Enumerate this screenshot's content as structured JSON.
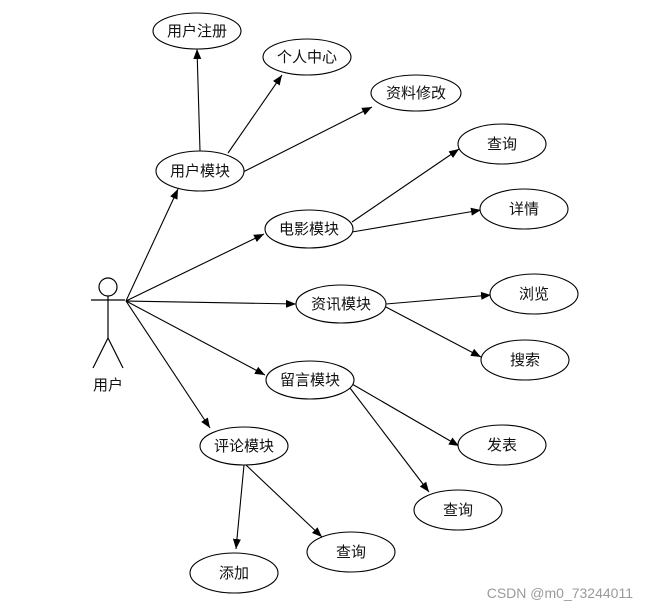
{
  "actor": {
    "label": "用户"
  },
  "nodes": {
    "yonghuzhuce": "用户注册",
    "gerenzhongxin": "个人中心",
    "ziliaoxiugai": "资料修改",
    "yonghumokuai": "用户模块",
    "dianyingmokuai": "电影模块",
    "dianying_chaxun": "查询",
    "dianying_xiangqing": "详情",
    "zixunmokuai": "资讯模块",
    "zixun_liulan": "浏览",
    "zixun_sousuo": "搜索",
    "liuyanmokuai": "留言模块",
    "liuyan_fabiao": "发表",
    "liuyan_chaxun": "查询",
    "pinglunmokuai": "评论模块",
    "pinglun_tianjia": "添加",
    "pinglun_chaxun": "查询"
  },
  "watermark": "CSDN @m0_73244011"
}
